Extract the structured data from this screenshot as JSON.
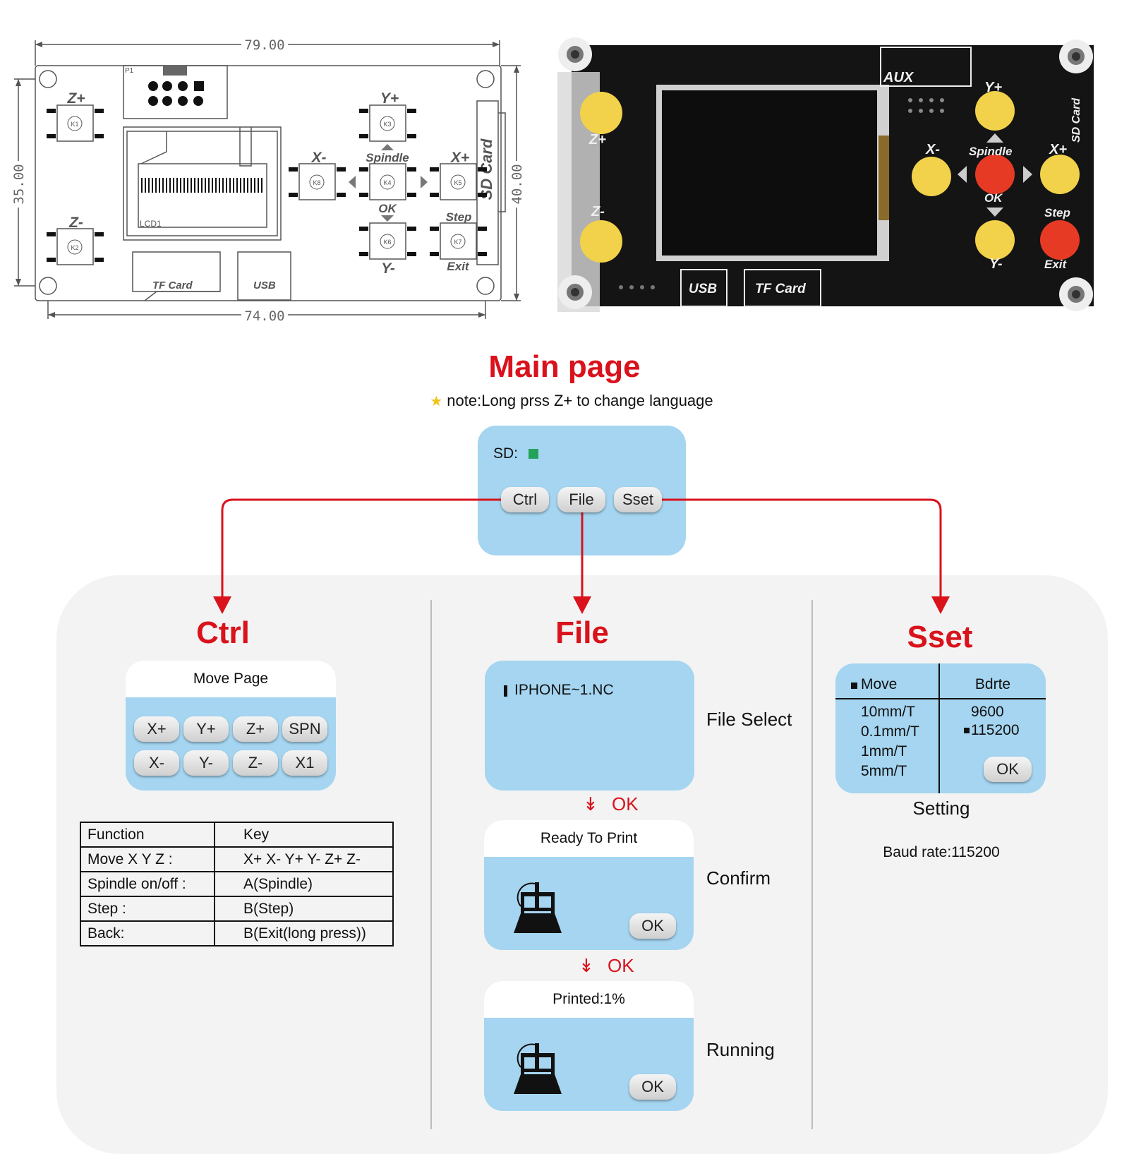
{
  "drawing": {
    "dim_top": "79.00",
    "dim_bottom": "74.00",
    "dim_left": "35.00",
    "dim_right": "40.00",
    "p1": "P1",
    "lcd": "LCD1",
    "tf_card": "TF Card",
    "usb": "USB",
    "sd_card": "SD Card",
    "keys": {
      "zplus": {
        "label": "Z+",
        "ref": "K1"
      },
      "zminus": {
        "label": "Z-",
        "ref": "K2"
      },
      "yplus": {
        "label": "Y+",
        "ref": "K3"
      },
      "spindle": {
        "label": "Spindle",
        "ref": "K4"
      },
      "ok": {
        "label": "OK"
      },
      "xminus": {
        "label": "X-",
        "ref": "K8"
      },
      "xplus": {
        "label": "X+",
        "ref": "K5"
      },
      "yminus": {
        "label": "Y-",
        "ref": "K6"
      },
      "step": {
        "label": "Step",
        "ref": "K7"
      },
      "exit": {
        "label": "Exit"
      }
    }
  },
  "photo": {
    "aux": "AUX",
    "zplus": "Z+",
    "zminus": "Z-",
    "yplus": "Y+",
    "yminus": "Y-",
    "xminus": "X-",
    "xplus": "X+",
    "spindle": "Spindle",
    "ok": "OK",
    "step": "Step",
    "exit": "Exit",
    "sd_card": "SD Card",
    "usb": "USB",
    "tf_card": "TF Card"
  },
  "main": {
    "title": "Main page",
    "note": "note:Long prss Z+ to change language",
    "sd_label": "SD:",
    "tabs": [
      "Ctrl",
      "File",
      "Sset"
    ]
  },
  "ctrl": {
    "title": "Ctrl",
    "screen_title": "Move Page",
    "row1": [
      "X+",
      "Y+",
      "Z+",
      "SPN"
    ],
    "row2": [
      "X-",
      "Y-",
      "Z-",
      "X1"
    ],
    "table": {
      "headers": [
        "Function",
        "Key"
      ],
      "rows": [
        [
          "Move X Y Z :",
          "X+ X- Y+ Y- Z+ Z-"
        ],
        [
          "Spindle on/off :",
          "A(Spindle)"
        ],
        [
          "Step :",
          "B(Step)"
        ],
        [
          "Back:",
          "B(Exit(long press))"
        ]
      ]
    }
  },
  "file": {
    "title": "File",
    "file_name": "IPHONE~1.NC",
    "select_label": "File Select",
    "ok_arrow": "OK",
    "ready_title": "Ready To Print",
    "ok_button": "OK",
    "confirm_label": "Confirm",
    "printed_title": "Printed:1%",
    "running_label": "Running"
  },
  "sset": {
    "title": "Sset",
    "move_header": "Move",
    "bdrte_header": "Bdrte",
    "move_options": [
      "10mm/T",
      "0.1mm/T",
      "1mm/T",
      "5mm/T"
    ],
    "baud_options": [
      "9600",
      "115200"
    ],
    "ok_button": "OK",
    "setting_label": "Setting",
    "baud_note": "Baud rate:115200"
  },
  "colors": {
    "accent_red": "#d9121c",
    "screen_blue": "#a5d5f0",
    "sd_green": "#23a35a"
  }
}
